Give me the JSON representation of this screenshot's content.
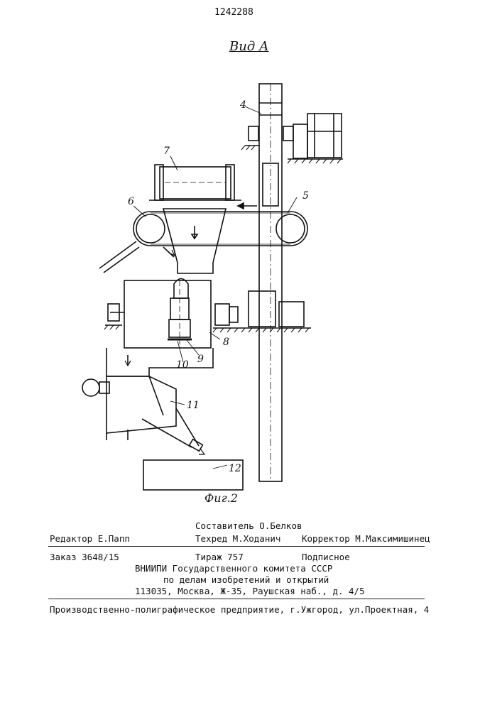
{
  "patent_number": "1242288",
  "view_label": "Вид А",
  "figure_caption": "Фиг.2",
  "part_labels": [
    "4",
    "5",
    "6",
    "7",
    "8",
    "9",
    "10",
    "11",
    "12"
  ],
  "colophon": {
    "compiler": "Составитель О.Белков",
    "editor": "Редактор Е.Папп",
    "tech_editor": "Техред М.Ходанич",
    "proofreader": "Корректор М.Максимишинец",
    "order": "Заказ 3648/15",
    "circulation": "Тираж 757",
    "subscription": "Подписное",
    "institute_line1": "ВНИИПИ Государственного комитета СССР",
    "institute_line2": "по делам изобретений и открытий",
    "address": "113035, Москва, Ж-35, Раушская наб., д. 4/5",
    "printer": "Производственно-полиграфическое предприятие, г.Ужгород, ул.Проектная, 4"
  }
}
